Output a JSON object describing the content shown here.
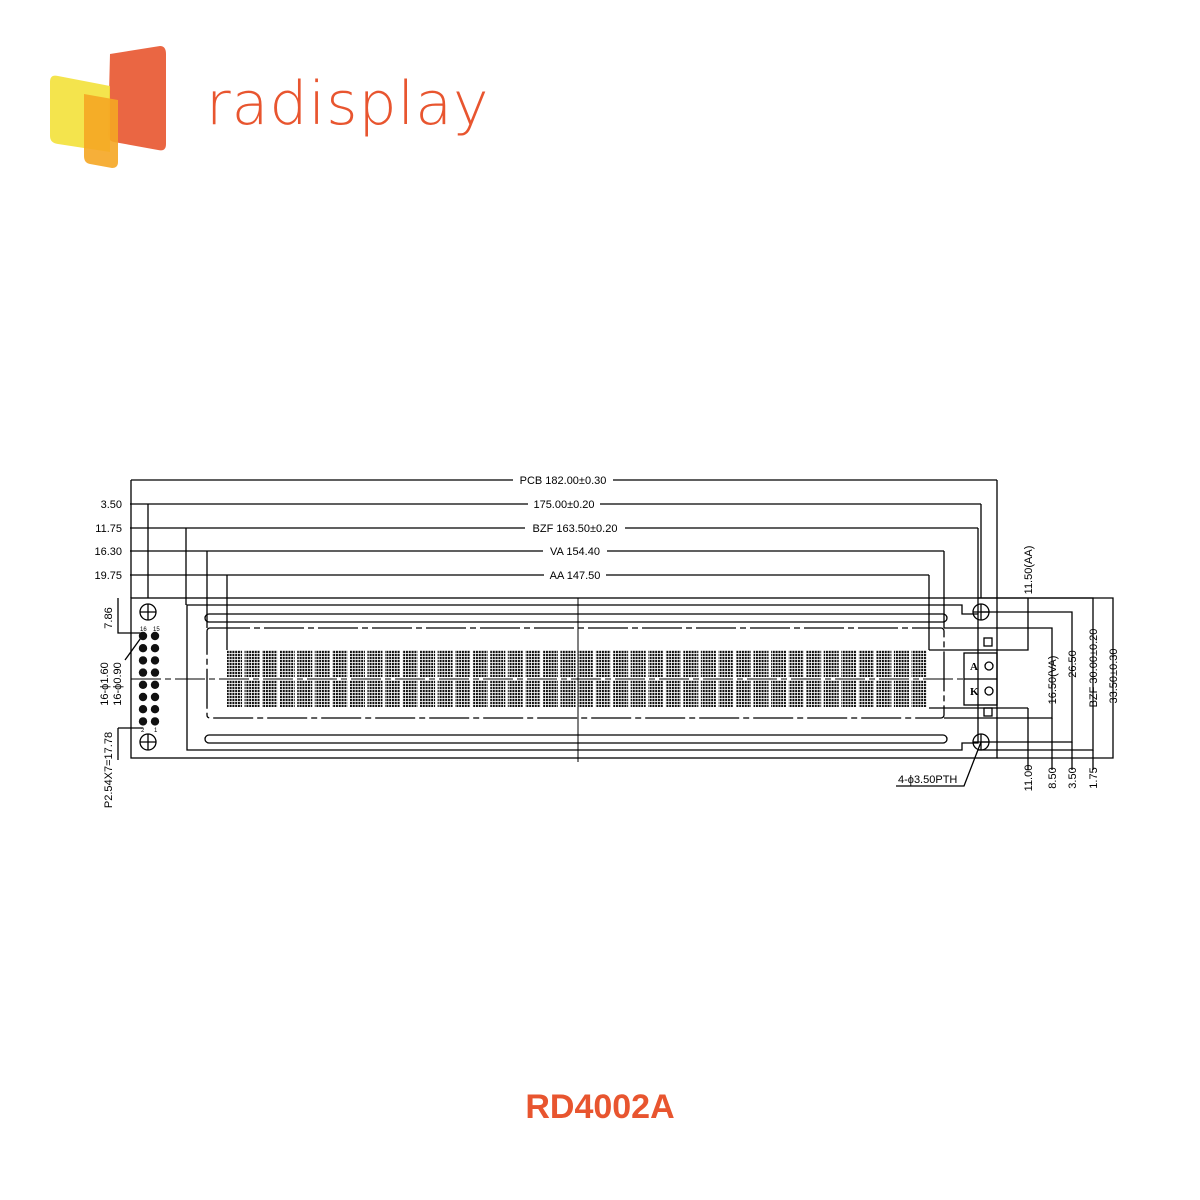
{
  "brand": {
    "name": "radisplay",
    "color": "#e8552f",
    "logo_colors": [
      "#f3e13a",
      "#f5a623",
      "#e8552f"
    ]
  },
  "model": "RD4002A",
  "drawing": {
    "top_dims": [
      {
        "left": "",
        "label": "PCB  182.00±0.30"
      },
      {
        "left": "3.50",
        "label": "175.00±0.20"
      },
      {
        "left": "11.75",
        "label": "BZF  163.50±0.20"
      },
      {
        "left": "16.30",
        "label": "VA  154.40"
      },
      {
        "left": "19.75",
        "label": "AA  147.50"
      }
    ],
    "left_dims": {
      "top": "7.86",
      "pins_a": "16-ϕ1.60",
      "pins_b": "16-ϕ0.90",
      "pitch": "P2.54X7=17.78"
    },
    "pin_labels": {
      "top_left": "16",
      "top_right": "15",
      "bottom_left": "2",
      "bottom_right": "1"
    },
    "right_dims": [
      "11.50(AA)",
      "16.50(VA)",
      "26.50",
      "BZF  30.00±0.20",
      "33.50±0.30"
    ],
    "bottom_dims": [
      "11.00",
      "8.50",
      "3.50",
      "1.75"
    ],
    "hole_note": "4-ϕ3.50PTH",
    "backlight": {
      "anode": "A",
      "cathode": "K"
    },
    "characters_per_row": 40,
    "rows": 2
  }
}
